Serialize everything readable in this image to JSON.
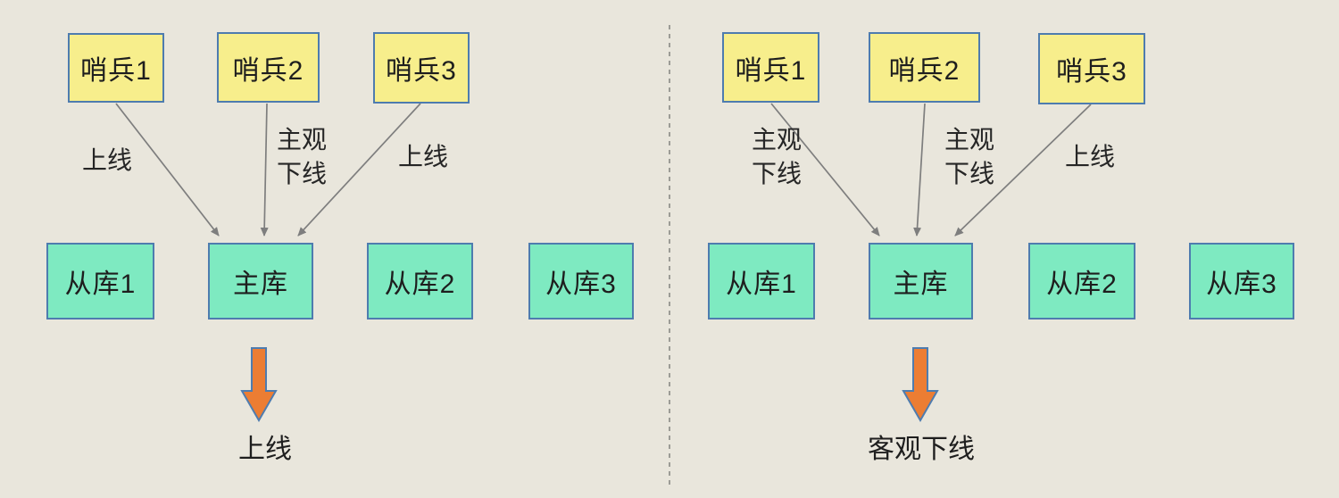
{
  "diagram": {
    "left_panel": {
      "sentinels": [
        "哨兵1",
        "哨兵2",
        "哨兵3"
      ],
      "databases": [
        "从库1",
        "主库",
        "从库2",
        "从库3"
      ],
      "edge_labels": [
        "上线",
        "主观\n下线",
        "上线"
      ],
      "result_label": "上线"
    },
    "right_panel": {
      "sentinels": [
        "哨兵1",
        "哨兵2",
        "哨兵3"
      ],
      "databases": [
        "从库1",
        "主库",
        "从库2",
        "从库3"
      ],
      "edge_labels": [
        "主观\n下线",
        "主观\n下线",
        "上线"
      ],
      "result_label": "客观下线"
    },
    "colors": {
      "background": "#E9E6DC",
      "sentinel_fill": "#F7EE8C",
      "database_fill": "#7EEAC1",
      "box_border": "#4E7CAF",
      "connector_gray": "#7E7E7E",
      "result_arrow_orange": "#EC7D33",
      "divider_gray": "#9C9C96",
      "text": "#1E1E1E"
    }
  }
}
